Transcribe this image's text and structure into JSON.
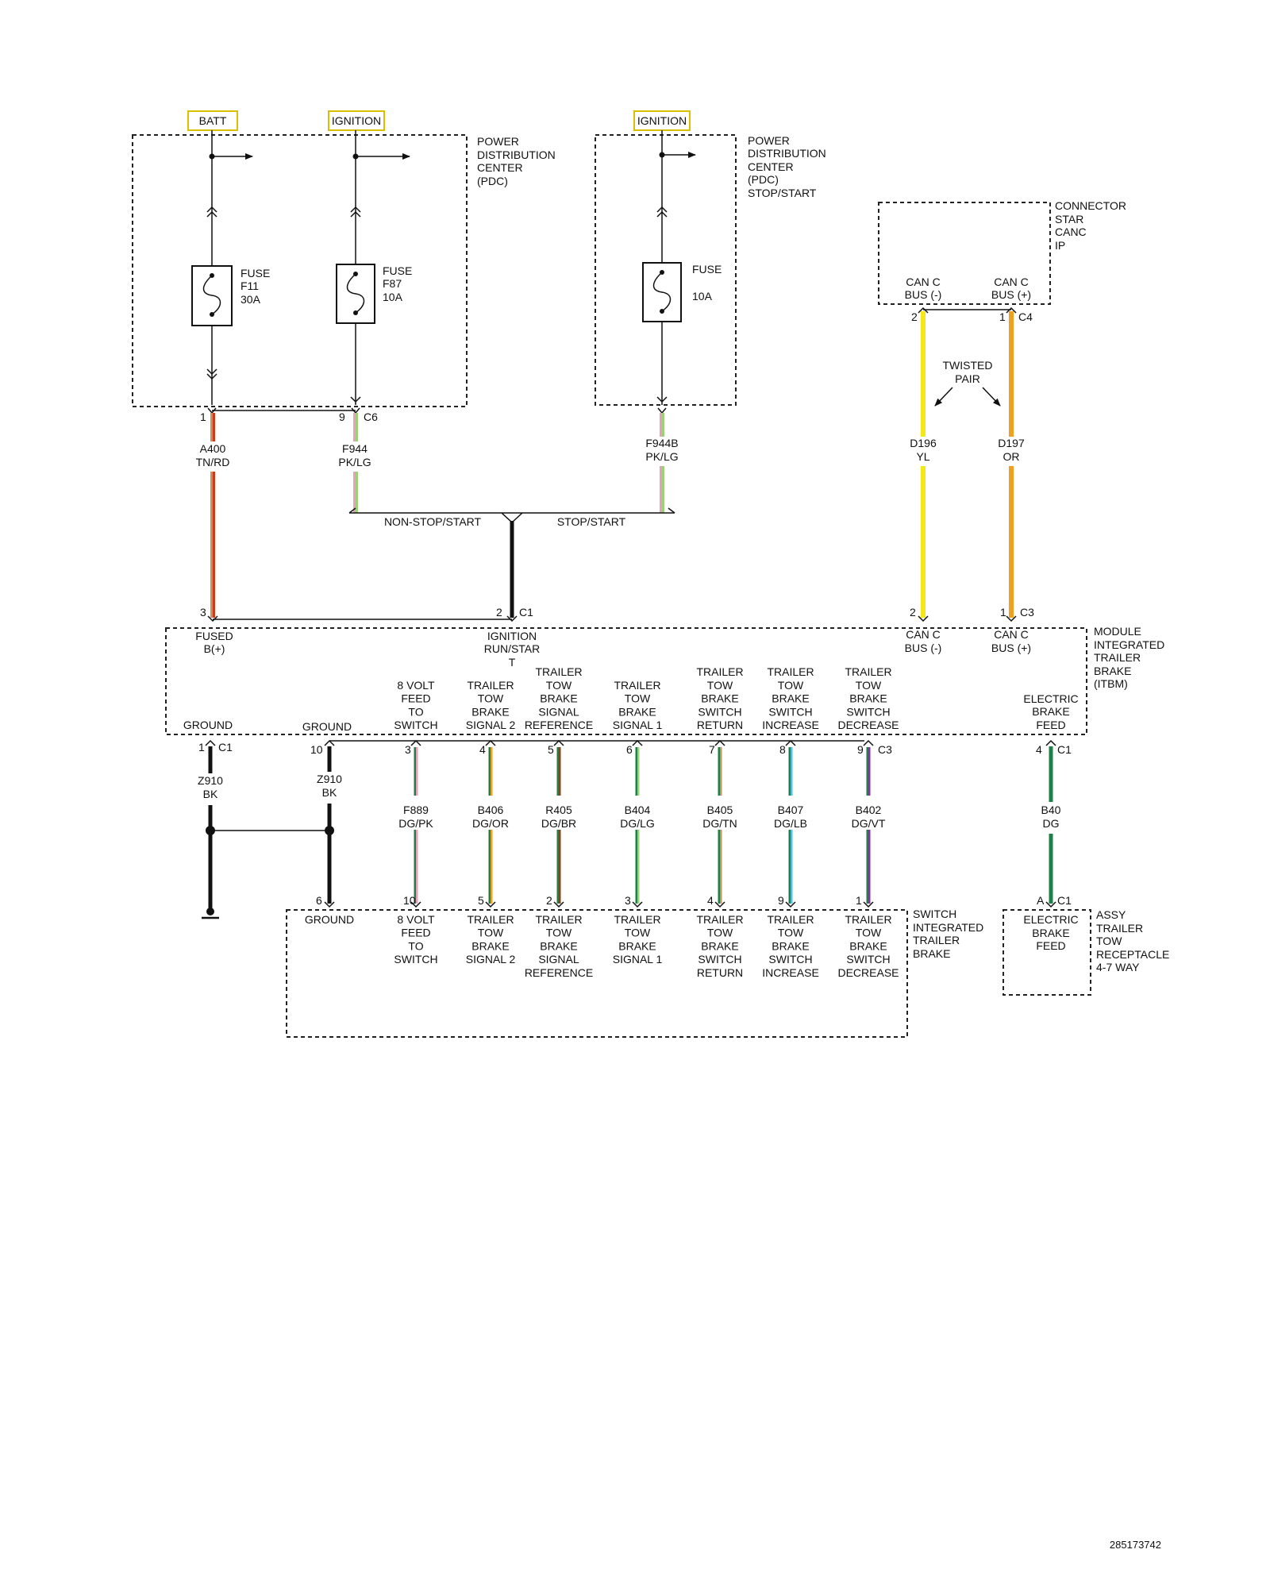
{
  "power": {
    "batt": "BATT",
    "ign1": "IGNITION",
    "ign2": "IGNITION"
  },
  "pdc": {
    "label": [
      "POWER",
      "DISTRIBUTION",
      "CENTER",
      "(PDC)"
    ],
    "fuse1": [
      "FUSE",
      "F11",
      "30A"
    ],
    "fuse2": [
      "FUSE",
      "F87",
      "10A"
    ]
  },
  "pdc_ss": {
    "label": [
      "POWER",
      "DISTRIBUTION",
      "CENTER",
      "(PDC)",
      "STOP/START"
    ],
    "fuse": [
      "FUSE",
      "10A"
    ]
  },
  "star": {
    "label": [
      "CONNECTOR",
      "STAR",
      "CANC",
      "IP"
    ],
    "pin_neg": [
      "CAN C",
      "BUS (-)"
    ],
    "pin_pos": [
      "CAN C",
      "BUS (+)"
    ],
    "pin2": "2",
    "pin1": "1",
    "conn": "C4",
    "twisted": [
      "TWISTED",
      "PAIR"
    ]
  },
  "wires_top": {
    "a400": [
      "A400",
      "TN/RD"
    ],
    "f944": [
      "F944",
      "PK/LG"
    ],
    "f944b": [
      "F944B",
      "PK/LG"
    ],
    "d196": [
      "D196",
      "YL"
    ],
    "d197": [
      "D197",
      "OR"
    ],
    "pin1": "1",
    "pin9": "9",
    "c6": "C6"
  },
  "splice": {
    "nonss": "NON-STOP/START",
    "ss": "STOP/START"
  },
  "itbm": {
    "label": [
      "MODULE",
      "INTEGRATED",
      "TRAILER",
      "BRAKE",
      "(ITBM)"
    ],
    "p3": "3",
    "p2": "2",
    "c1": "C1",
    "p2b": "2",
    "p1b": "1",
    "c3": "C3",
    "fused": [
      "FUSED",
      "B(+)"
    ],
    "ign": [
      "IGNITION",
      "RUN/STAR",
      "T"
    ],
    "canneg": [
      "CAN C",
      "BUS (-)"
    ],
    "canpos": [
      "CAN C",
      "BUS (+)"
    ],
    "ground1": "GROUND",
    "ground2": "GROUND",
    "functions": [
      [
        "8 VOLT",
        "FEED",
        "TO",
        "SWITCH"
      ],
      [
        "TRAILER",
        "TOW",
        "BRAKE",
        "SIGNAL 2"
      ],
      [
        "TRAILER",
        "TOW",
        "BRAKE",
        "SIGNAL",
        "REFERENCE"
      ],
      [
        "TRAILER",
        "TOW",
        "BRAKE",
        "SIGNAL 1"
      ],
      [
        "TRAILER",
        "TOW",
        "BRAKE",
        "SWITCH",
        "RETURN"
      ],
      [
        "TRAILER",
        "TOW",
        "BRAKE",
        "SWITCH",
        "INCREASE"
      ],
      [
        "TRAILER",
        "TOW",
        "BRAKE",
        "SWITCH",
        "DECREASE"
      ]
    ],
    "efeed": [
      "ELECTRIC",
      "BRAKE",
      "FEED"
    ]
  },
  "lower": {
    "g1pin": "1",
    "g1conn": "C1",
    "g1wire": [
      "Z910",
      "BK"
    ],
    "g2pin": "10",
    "g2wire": [
      "Z910",
      "BK"
    ],
    "c3": "C3",
    "itbm_pins": [
      "3",
      "4",
      "5",
      "6",
      "7",
      "8",
      "9"
    ],
    "wire_codes": [
      [
        "F889",
        "DG/PK"
      ],
      [
        "B406",
        "DG/OR"
      ],
      [
        "R405",
        "DG/BR"
      ],
      [
        "B404",
        "DG/LG"
      ],
      [
        "B405",
        "DG/TN"
      ],
      [
        "B407",
        "DG/LB"
      ],
      [
        "B402",
        "DG/VT"
      ]
    ],
    "switch_pins": [
      "10",
      "5",
      "2",
      "3",
      "4",
      "9",
      "1"
    ],
    "gnd_switch_pin": "6",
    "b40pin": "4",
    "b40conn": "C1",
    "b40wire": [
      "B40",
      "DG"
    ],
    "recep_pin": "A",
    "recep_conn": "C1"
  },
  "switch": {
    "label": [
      "SWITCH",
      "INTEGRATED",
      "TRAILER",
      "BRAKE"
    ],
    "ground": "GROUND"
  },
  "receptacle": {
    "label": [
      "ASSY",
      "TRAILER",
      "TOW",
      "RECEPTACLE",
      "4-7 WAY"
    ],
    "feed": [
      "ELECTRIC",
      "BRAKE",
      "FEED"
    ]
  },
  "doc_id": "285173742",
  "colors": {
    "TN": "#c8915a",
    "RD": "#d03a1a",
    "PK": "#e8a0b8",
    "LG": "#9ad27a",
    "YL": "#f4e818",
    "OR": "#f0a020",
    "BK": "#111111",
    "DG": "#1e8046",
    "BR": "#7a4a1e",
    "LB": "#4ec0e0",
    "VT": "#7a3a9a"
  }
}
